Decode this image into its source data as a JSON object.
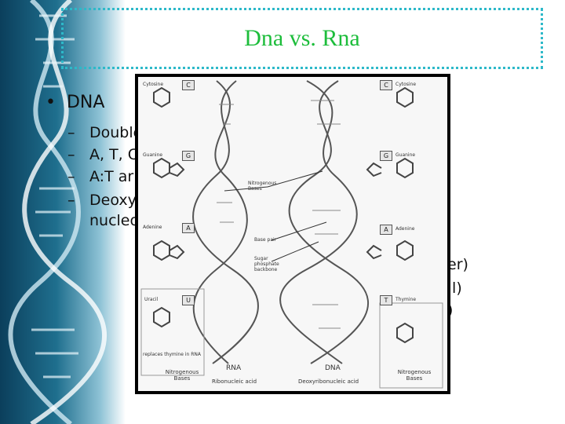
{
  "slide": {
    "title": "Dna vs. Rna",
    "bullet_main": "DNA",
    "sub_bullets": [
      "Double",
      "A, T, C",
      "A:T ar",
      "Deoxy"
    ],
    "continuation": "nucleo",
    "right_fragments": [
      "er)",
      ".l)",
      ")"
    ]
  },
  "figure": {
    "base_labels_left": [
      "Cytosine",
      "Guanine",
      "Adenine",
      "Uracil"
    ],
    "letters_left": [
      "C",
      "G",
      "A",
      "U"
    ],
    "base_labels_right": [
      "Cytosine",
      "Guanine",
      "Adenine",
      "Thymine"
    ],
    "letters_right": [
      "C",
      "G",
      "A",
      "T"
    ],
    "uracil_note": "replaces thymine in RNA",
    "callouts": [
      "Nitrogenous Bases",
      "Base pair",
      "Sugar phosphate backbone"
    ],
    "rna_label": "RNA",
    "dna_label": "DNA",
    "rna_name": "Ribonucleic acid",
    "dna_name": "Deoxyribonucleic acid",
    "nitro_left": "Nitrogenous Bases",
    "nitro_right": "Nitrogenous Bases"
  },
  "colors": {
    "title": "#1dbd3b",
    "border": "#2db9c9"
  }
}
